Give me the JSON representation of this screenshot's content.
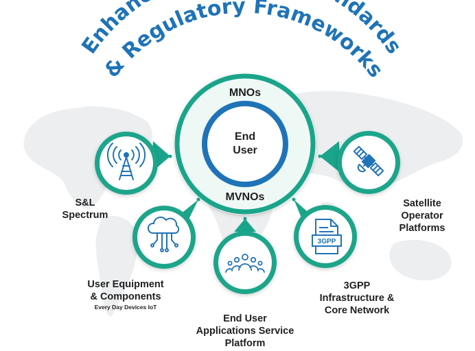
{
  "title": {
    "line1": "Enhanced Technical Standards",
    "line2": "& Regulatory Frameworks",
    "color": "#1f73b7"
  },
  "hub": {
    "top_label": "MNOs",
    "bottom_label": "MVNOs",
    "center_line1": "End",
    "center_line2": "User",
    "ring_color": "#1aa58a",
    "center_ring_color": "#1f73b7"
  },
  "nodes": {
    "spectrum": {
      "line1": "S&L",
      "line2": "Spectrum",
      "icon": "antenna-tower-icon"
    },
    "equipment": {
      "line1": "User Equipment",
      "line2": "& Components",
      "sub": "Every Day Devices IoT",
      "icon": "cloud-network-icon"
    },
    "applications": {
      "line1": "End User",
      "line2": "Applications Service",
      "line3": "Platform",
      "icon": "people-group-icon"
    },
    "threegpp": {
      "line1": "3GPP",
      "line2": "Infrastructure &",
      "line3": "Core Network",
      "icon": "3gpp-document-icon",
      "badge": "3GPP"
    },
    "satellite": {
      "line1": "Satellite",
      "line2": "Operator",
      "line3": "Platforms",
      "icon": "satellite-icon"
    }
  },
  "colors": {
    "teal": "#1aa58a",
    "map": "#eceef0",
    "icon": "#1f73b7"
  }
}
